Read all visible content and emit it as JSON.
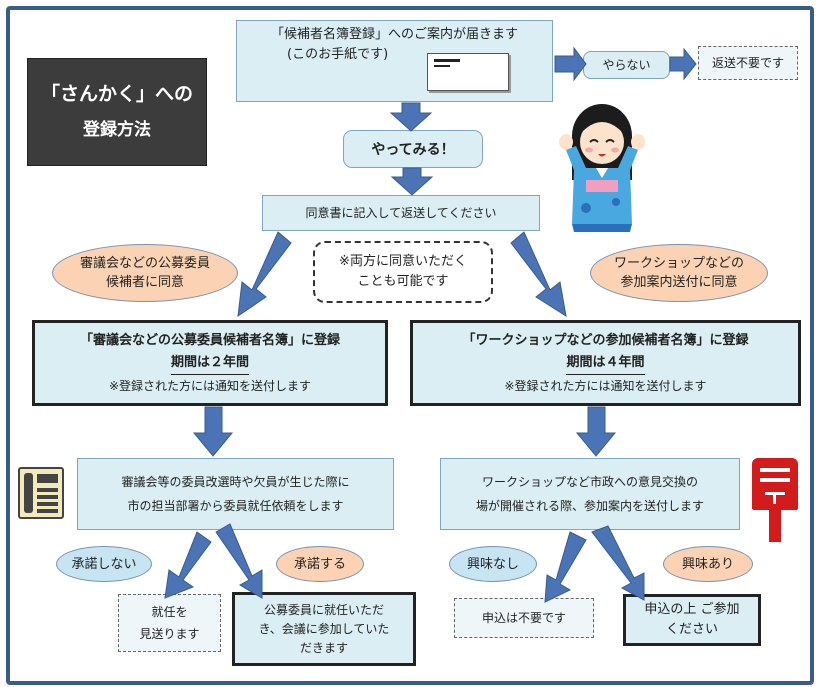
{
  "title_box": {
    "line1": "「さんかく」への",
    "line2": "登録方法"
  },
  "invite_box": {
    "line1": "「候補者名簿登録」へのご案内が届きます",
    "line2": "(このお手紙です)"
  },
  "no_button": "やらない",
  "no_reply_box": "返送不要です",
  "try_button": "やってみる！",
  "consent_box": "同意書に記入して返送してください",
  "left_consent_oval": {
    "line1": "審議会などの公募委員",
    "line2": "候補者に同意"
  },
  "both_note": {
    "line1": "※両方に同意いただく",
    "line2": "ことも可能です"
  },
  "right_consent_oval": {
    "line1": "ワークショップなどの",
    "line2": "参加案内送付に同意"
  },
  "left_register": {
    "line1": "「審議会などの公募委員候補者名簿」に登録",
    "line2": "期間は２年間",
    "line3": "※登録された方には通知を送付します"
  },
  "right_register": {
    "line1": "「ワークショップなどの参加候補者名簿」に登録",
    "line2": "期間は４年間",
    "line3": "※登録された方には通知を送付します"
  },
  "left_info": {
    "line1": "審議会等の委員改選時や欠員が生じた際に",
    "line2": "市の担当部署から委員就任依頼をします"
  },
  "right_info": {
    "line1": "ワークショップなど市政への意見交換の",
    "line2": "場が開催される際、参加案内を送付します"
  },
  "left_decline_oval": "承諾しない",
  "left_accept_oval": "承諾する",
  "right_decline_oval": "興味なし",
  "right_accept_oval": "興味あり",
  "left_decline_box": {
    "line1": "就任を",
    "line2": "見送ります"
  },
  "left_accept_box": {
    "line1": "公募委員に就任いただ",
    "line2": "き、会議に参加していた",
    "line3": "だきます"
  },
  "right_decline_box": "申込は不要です",
  "right_accept_box": {
    "line1": "申込の上 ご参加",
    "line2": "ください"
  },
  "icons": [
    "envelope-icon",
    "telephone-icon",
    "mailbox-icon",
    "girl-mascot"
  ],
  "colors": {
    "frame": "#3a5c8c",
    "light_blue": "#daeef3",
    "peach": "#fbd3b4",
    "arrow": "#4a74b5",
    "dark_box": "#3c3c3c"
  }
}
